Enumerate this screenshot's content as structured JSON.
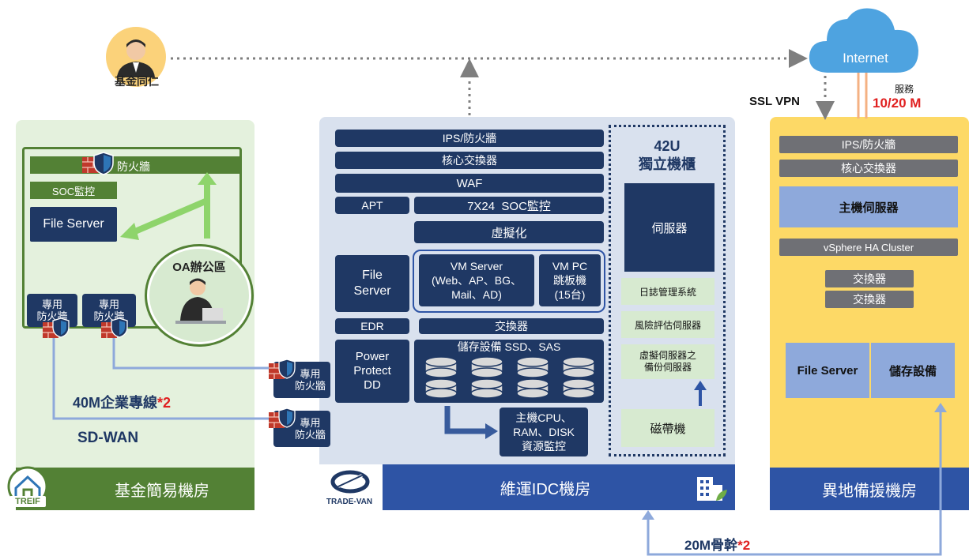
{
  "top": {
    "user_label": "基金同仁",
    "internet_label": "Internet",
    "ssl_vpn": "SSL VPN",
    "service_label": "服務",
    "service_speed": "10/20 M"
  },
  "left": {
    "title": "基金簡易機房",
    "logo_text": "TREIF",
    "firewall": "防火牆",
    "soc": "SOC監控",
    "file_server": "File Server",
    "oa": "OA辦公區",
    "dedicated_fw_1": "專用\n防火牆",
    "dedicated_fw_2": "專用\n防火牆",
    "line_speed": "40M企業專線",
    "line_mult": "*2",
    "sdwan": "SD-WAN"
  },
  "mid": {
    "title": "維運IDC機房",
    "logo_text": "TRADE-VAN",
    "ips": "IPS/防火牆",
    "core_switch": "核心交換器",
    "waf": "WAF",
    "apt": "APT",
    "soc": "7X24  SOC監控",
    "virtualization": "虛擬化",
    "file_server": "File\nServer",
    "vm_server": "VM Server\n(Web、AP、BG、\nMail、AD)",
    "vm_pc": "VM PC\n跳板機\n(15台)",
    "edr": "EDR",
    "switch": "交換器",
    "power_protect": "Power\nProtect\nDD",
    "storage": "儲存設備 SSD、SAS",
    "resource_monitor": "主機CPU、\nRAM、DISK\n資源監控",
    "rack_title": "42U\n獨立機櫃",
    "server": "伺服器",
    "log_system": "日誌管理系統",
    "risk_server": "風險評估伺服器",
    "vm_backup": "虛擬伺服器之\n備份伺服器",
    "tape": "磁帶機",
    "fw_1": "專用\n防火牆",
    "fw_2": "專用\n防火牆"
  },
  "right": {
    "title": "異地備援機房",
    "ips": "IPS/防火牆",
    "core_switch": "核心交換器",
    "host_server": "主機伺服器",
    "vsphere": "vSphere HA Cluster",
    "switch_1": "交換器",
    "switch_2": "交換器",
    "file_server": "File Server",
    "storage": "儲存設備"
  },
  "bottom": {
    "backbone": "20M骨幹",
    "backbone_mult": "*2"
  },
  "colors": {
    "navy": "#1f3864",
    "green_panel": "#e4f1dd",
    "green_title": "#538135",
    "light_green": "#d7ead0",
    "idc_panel": "#d9e1ee",
    "idc_title": "#2e54a5",
    "yellow_panel": "#fdd966",
    "blue_box": "#8ea9db",
    "gray_bar": "#6f7075",
    "cloud": "#4ea3e0",
    "red": "#e02020"
  }
}
